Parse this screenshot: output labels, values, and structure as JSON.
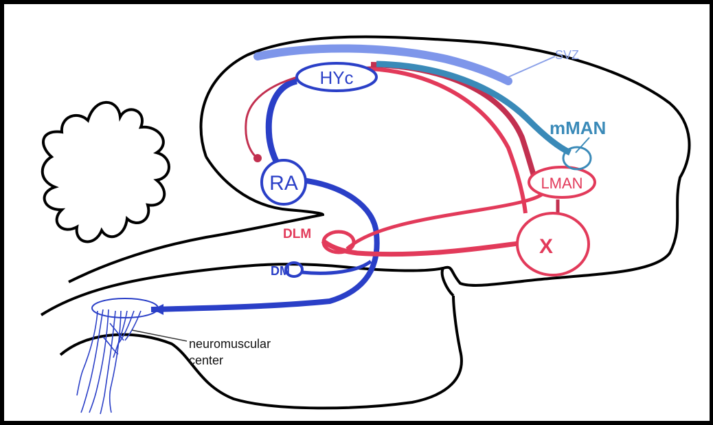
{
  "labels": {
    "hyc": "HYc",
    "ra": "RA",
    "dlm": "DLM",
    "dm": "DM",
    "x": "X",
    "lman": "LMAN",
    "mman": "mMAN",
    "svz": "SVZ",
    "neuromuscular_line1": "neuromuscular",
    "neuromuscular_line2": "center"
  },
  "colors": {
    "outline": "#000000",
    "motor_pathway": "#2a3fc7",
    "anterior_pathway": "#e23a5a",
    "mman_pathway": "#3a8ab8",
    "svz": "#7e96ea",
    "nerve": "#2a3fc7"
  }
}
